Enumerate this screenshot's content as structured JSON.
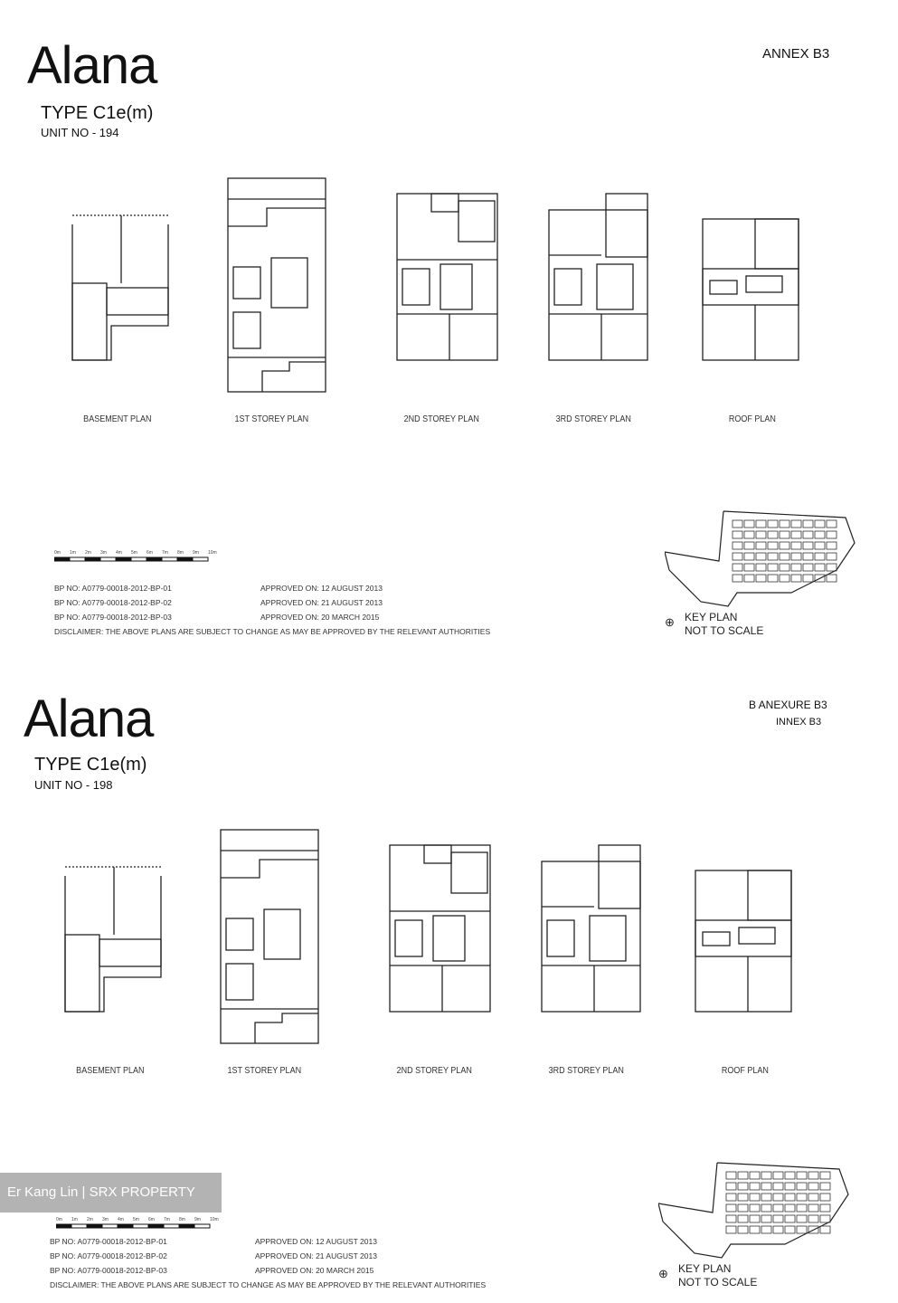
{
  "annex_label": "ANNEX B3",
  "annex_label_lower": "B ANEXURE B3",
  "annex_label_lower_2": "INNEX B3",
  "sections": [
    {
      "logo": "Alana",
      "type": "TYPE C1e(m)",
      "unit": "UNIT NO  - 194"
    },
    {
      "logo": "Alana",
      "type": "TYPE C1e(m)",
      "unit": "UNIT NO  - 198"
    }
  ],
  "plan_labels": [
    "BASEMENT PLAN",
    "1ST STOREY PLAN",
    "2ND STOREY PLAN",
    "3RD STOREY PLAN",
    "ROOF PLAN"
  ],
  "scale_ticks": [
    "0m",
    "1m",
    "2m",
    "3m",
    "4m",
    "5m",
    "6m",
    "7m",
    "8m",
    "9m",
    "10m"
  ],
  "bp_numbers": [
    "BP NO: A0779-00018-2012-BP-01",
    "BP NO: A0779-00018-2012-BP-02",
    "BP NO: A0779-00018-2012-BP-03"
  ],
  "approved": [
    "APPROVED ON: 12 AUGUST 2013",
    "APPROVED ON: 21 AUGUST 2013",
    "APPROVED ON: 20 MARCH 2015"
  ],
  "disclaimer": "DISCLAIMER: THE ABOVE PLANS ARE SUBJECT TO CHANGE AS MAY BE APPROVED BY THE RELEVANT AUTHORITIES",
  "key_plan": [
    "KEY PLAN",
    "NOT TO SCALE"
  ],
  "watermark": "Er Kang Lin | SRX PROPERTY"
}
